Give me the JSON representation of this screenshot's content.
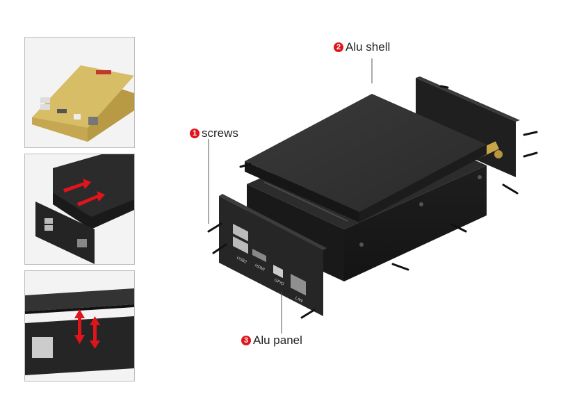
{
  "callouts": {
    "shell": {
      "number": "2",
      "label": "Alu shell"
    },
    "screws": {
      "number": "1",
      "label": "screws"
    },
    "panel": {
      "number": "3",
      "label": "Alu panel"
    }
  },
  "ports": {
    "usb": "USB2",
    "hdmi": "HDMI",
    "gpio": "GPIO",
    "lan": "LAN"
  },
  "colors": {
    "badge": "#e0141b",
    "enclosure": "#2a2a2a",
    "gold": "#cdb35a",
    "arrow": "#e0141b"
  }
}
